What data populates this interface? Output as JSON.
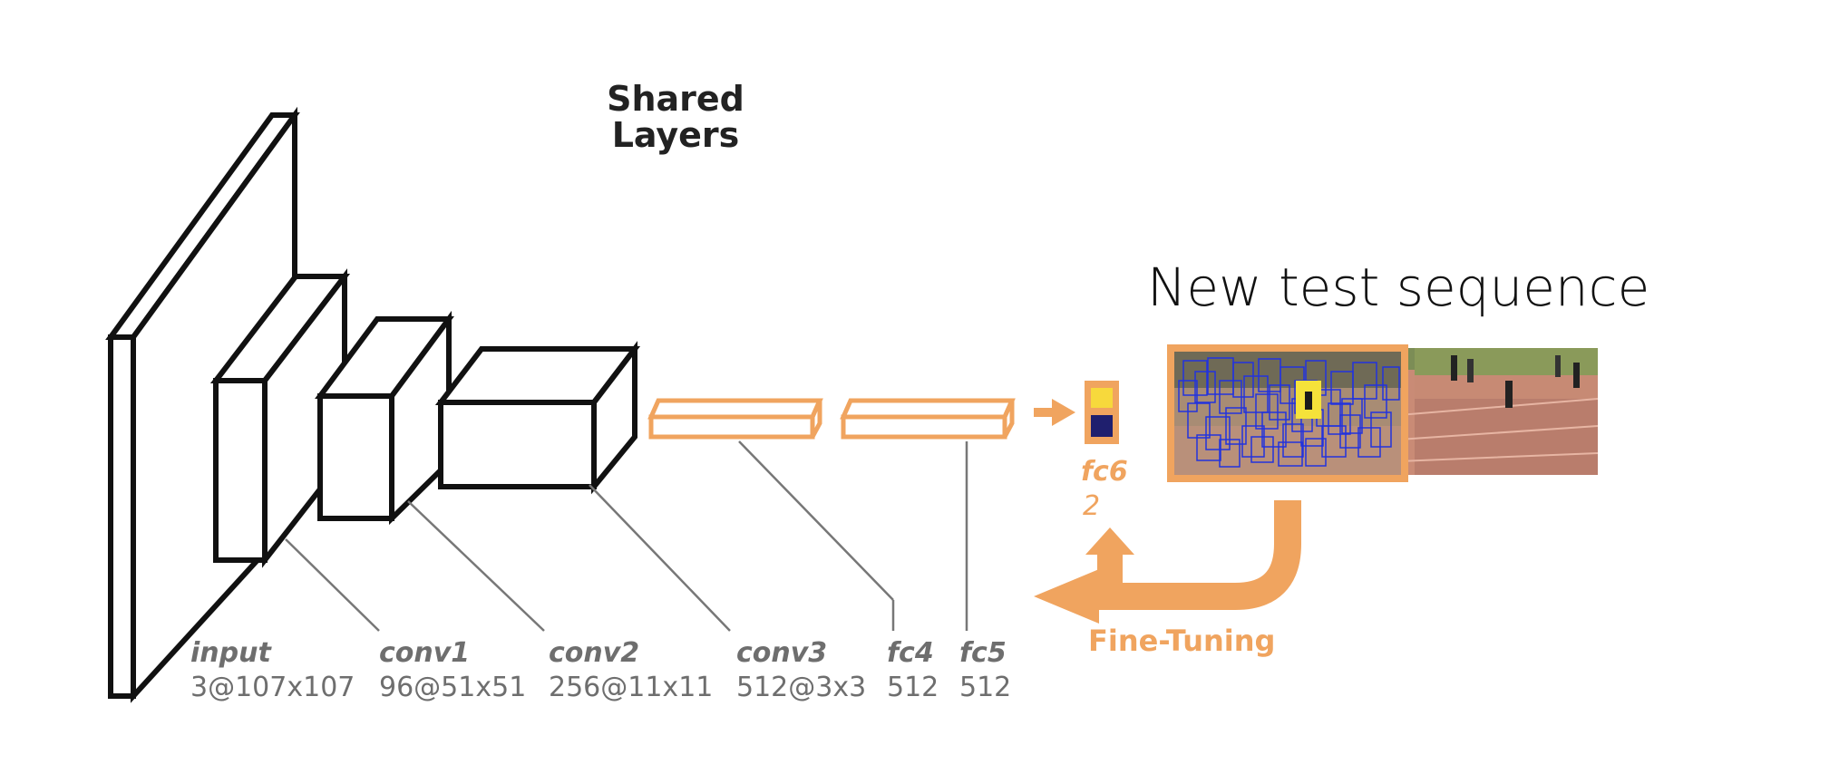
{
  "header": {
    "title_line1": "Shared",
    "title_line2": "Layers"
  },
  "sequence": {
    "title": "New test sequence"
  },
  "layers": [
    {
      "name": "input",
      "dims": "3@107x107"
    },
    {
      "name": "conv1",
      "dims": "96@51x51"
    },
    {
      "name": "conv2",
      "dims": "256@11x11"
    },
    {
      "name": "conv3",
      "dims": "512@3x3"
    },
    {
      "name": "fc4",
      "dims": "512"
    },
    {
      "name": "fc5",
      "dims": "512"
    }
  ],
  "fc6": {
    "name": "fc6",
    "value": "2"
  },
  "fine_tuning": {
    "label": "Fine-Tuning"
  },
  "colors": {
    "accent": "#f0a45f",
    "stroke": "#111111",
    "label_gray": "#6e6e6e",
    "fc6_positive": "#f7d93c",
    "fc6_negative": "#1f1f6e",
    "candidate_box": "#2233dd",
    "target_box": "#f5e23a"
  }
}
